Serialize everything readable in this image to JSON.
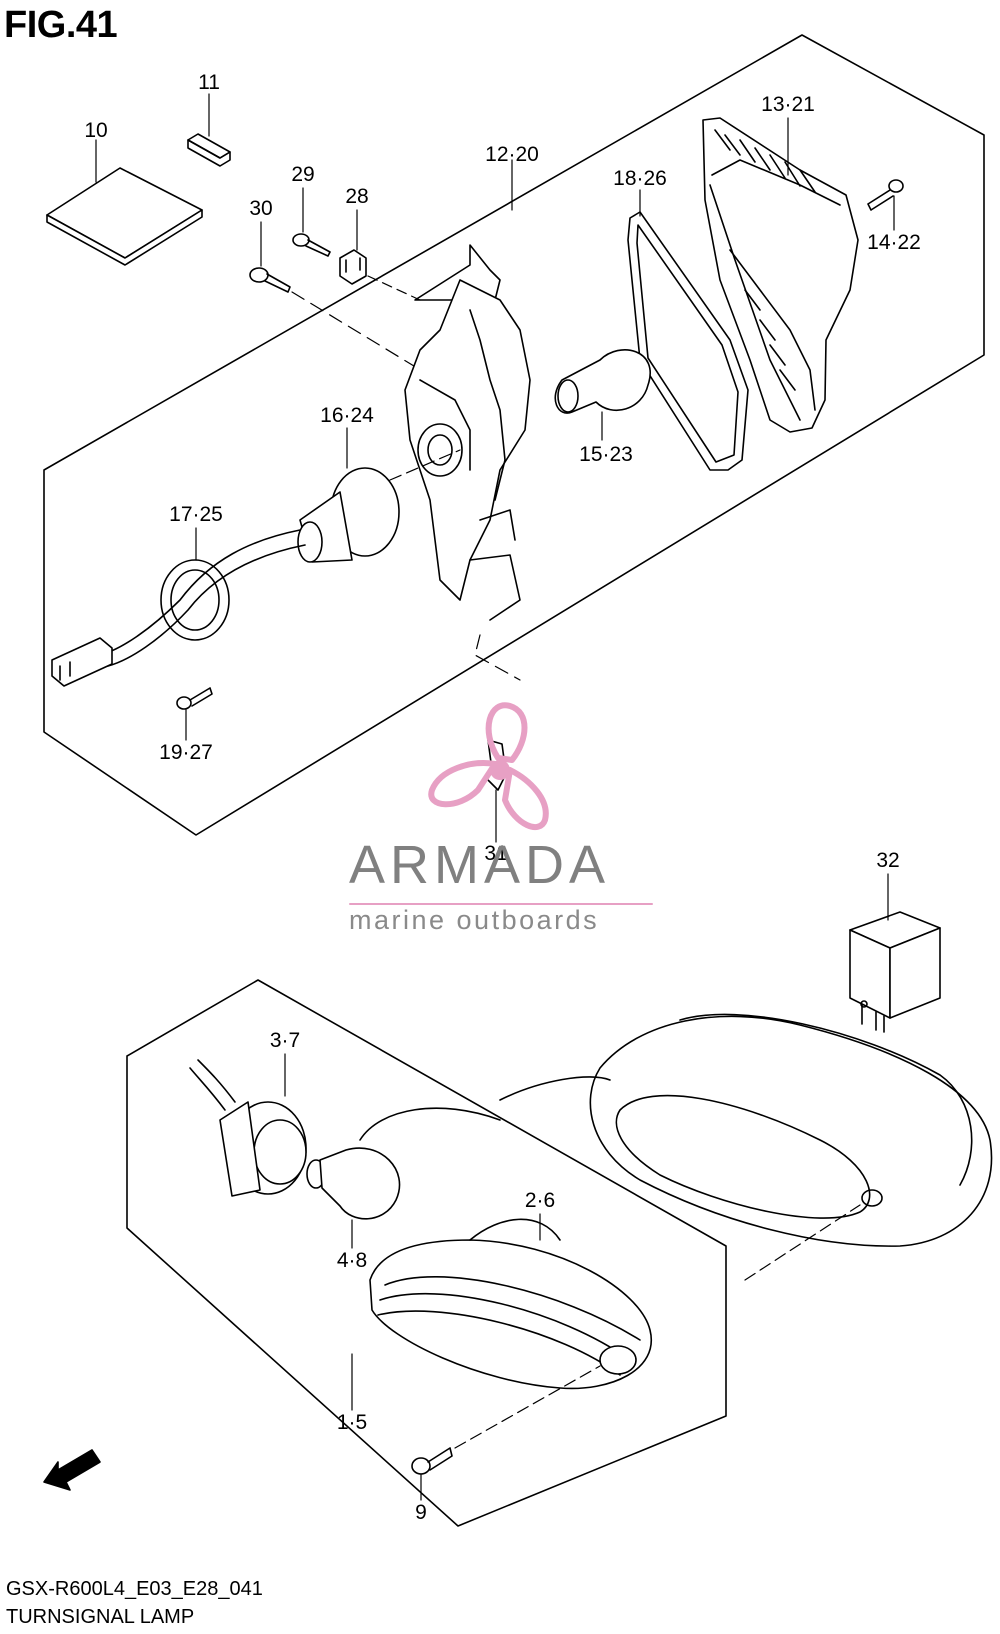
{
  "figure": {
    "title": "FIG.41",
    "model_code": "GSX-R600L4_E03_E28_041",
    "name": "TURNSIGNAL LAMP"
  },
  "callouts": {
    "c10": "10",
    "c11": "11",
    "c29": "29",
    "c28": "28",
    "c30": "30",
    "c12_20": "12·20",
    "c18_26": "18·26",
    "c13_21": "13·21",
    "c14_22": "14·22",
    "c15_23": "15·23",
    "c16_24": "16·24",
    "c17_25": "17·25",
    "c19_27": "19·27",
    "c31": "31",
    "c32": "32",
    "c3_7": "3·7",
    "c2_6": "2·6",
    "c4_8": "4·8",
    "c1_5": "1·5",
    "c9": "9"
  },
  "watermark": {
    "brand": "ARMADA",
    "tagline": "marine outboards",
    "accent_color": "#e7a0c4",
    "text_color": "#808080"
  },
  "fwd_marker": "FWD",
  "icons": [
    "fwd-arrow-icon",
    "armada-logo-icon"
  ]
}
